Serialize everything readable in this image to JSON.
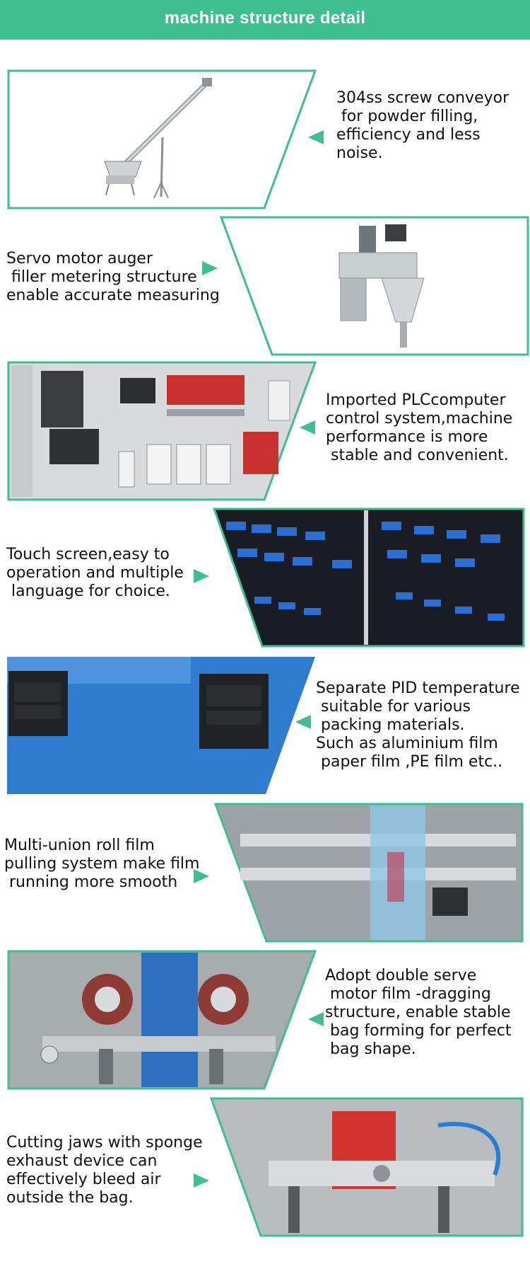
{
  "header": {
    "title": "machine structure detail",
    "bg": "#3fbf8f"
  },
  "accent": "#3fbf8f",
  "sections": [
    {
      "text": "304ss screw conveyor\n for powder filling,\nefficiency and less\nnoise.",
      "image": "screw-conveyor-photo"
    },
    {
      "text": "Servo motor auger\n filler metering structure\nenable accurate measuring",
      "image": "auger-filler-photo"
    },
    {
      "text": "Imported PLCcomputer\ncontrol system,machine\nperformance is more\n stable and convenient.",
      "image": "control-cabinet-photo"
    },
    {
      "text": "Touch screen,easy to\noperation and multiple\n language for choice.",
      "image": "touch-screen-photo"
    },
    {
      "text": "Separate PID temperature\n suitable for various\n packing materials.\nSuch as aluminium film\n paper film ,PE film etc..",
      "image": "temperature-controller-photo"
    },
    {
      "text": "Multi-union roll film\npulling system make film\n running more smooth",
      "image": "film-roller-photo"
    },
    {
      "text": "Adopt double serve\n motor film -dragging\nstructure, enable stable\n bag forming for perfect\n bag shape.",
      "image": "film-dragging-photo"
    },
    {
      "text": "Cutting jaws with sponge\nexhaust device can\neffectively bleed air\noutside the bag.",
      "image": "cutting-jaws-photo"
    }
  ]
}
